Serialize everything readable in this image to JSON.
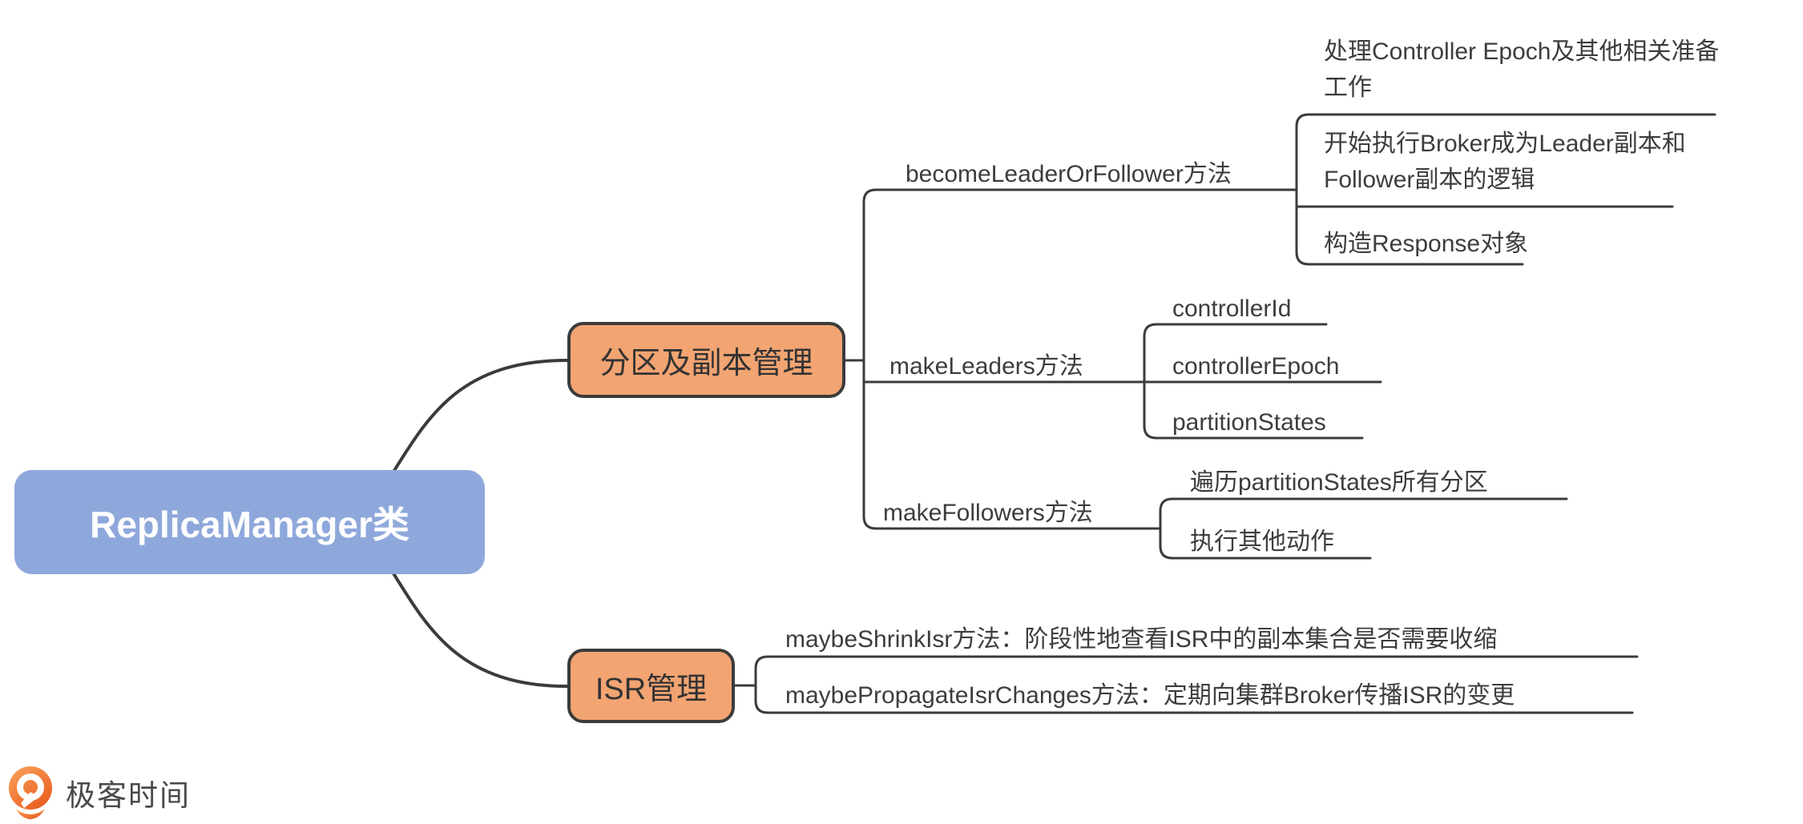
{
  "root": {
    "label": "ReplicaManager类"
  },
  "branches": [
    {
      "label": "分区及副本管理",
      "children": [
        {
          "label": "becomeLeaderOrFollower方法",
          "children": [
            {
              "label": "处理Controller Epoch及其他相关准备\n工作"
            },
            {
              "label": "开始执行Broker成为Leader副本和\nFollower副本的逻辑"
            },
            {
              "label": "构造Response对象"
            }
          ]
        },
        {
          "label": "makeLeaders方法",
          "children": [
            {
              "label": "controllerId"
            },
            {
              "label": "controllerEpoch"
            },
            {
              "label": "partitionStates"
            }
          ]
        },
        {
          "label": "makeFollowers方法",
          "children": [
            {
              "label": "遍历partitionStates所有分区"
            },
            {
              "label": "执行其他动作"
            }
          ]
        }
      ]
    },
    {
      "label": "ISR管理",
      "children": [
        {
          "label": "maybeShrinkIsr方法：阶段性地查看ISR中的副本集合是否需要收缩"
        },
        {
          "label": "maybePropagateIsrChanges方法：定期向集群Broker传播ISR的变更"
        }
      ]
    }
  ],
  "logo": {
    "text": "极客时间"
  },
  "colors": {
    "root_fill": "#8FA8DB",
    "branch_fill": "#F2A472",
    "line": "#3B3B3B",
    "text": "#3D3D3D",
    "logo_orange_light": "#F9A45B",
    "logo_orange_dark": "#EB5E20"
  }
}
